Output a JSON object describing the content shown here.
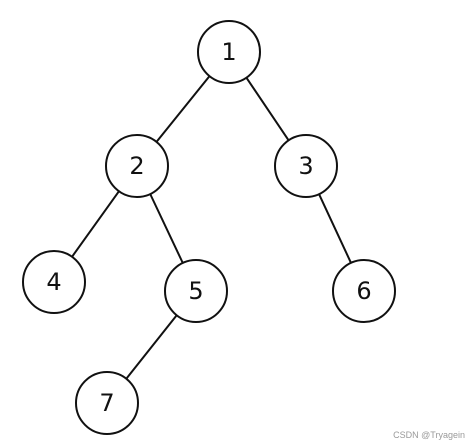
{
  "tree": {
    "nodes": [
      {
        "id": "1",
        "label": "1"
      },
      {
        "id": "2",
        "label": "2"
      },
      {
        "id": "3",
        "label": "3"
      },
      {
        "id": "4",
        "label": "4"
      },
      {
        "id": "5",
        "label": "5"
      },
      {
        "id": "6",
        "label": "6"
      },
      {
        "id": "7",
        "label": "7"
      }
    ],
    "edges": [
      {
        "from": "1",
        "to": "2"
      },
      {
        "from": "1",
        "to": "3"
      },
      {
        "from": "2",
        "to": "4"
      },
      {
        "from": "2",
        "to": "5"
      },
      {
        "from": "3",
        "to": "6"
      },
      {
        "from": "5",
        "to": "7"
      }
    ]
  },
  "watermark": "CSDN @Tryagein",
  "colors": {
    "stroke": "#111111",
    "node_fill": "#ffffff",
    "watermark": "#9a9a9a"
  }
}
